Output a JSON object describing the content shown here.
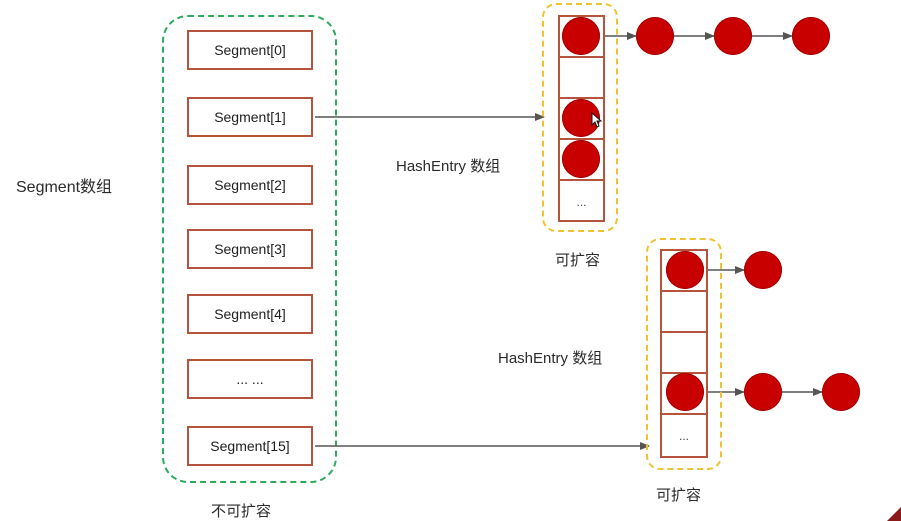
{
  "left_label": "Segment数组",
  "segments": [
    "Segment[0]",
    "Segment[1]",
    "Segment[2]",
    "Segment[3]",
    "Segment[4]",
    "... ...",
    "Segment[15]"
  ],
  "segments_caption": "不可扩容",
  "hash_tables": [
    {
      "title": "HashEntry 数组",
      "caption": "可扩容",
      "cells": [
        "",
        "",
        "",
        "",
        "..."
      ],
      "chain_lengths": [
        4,
        0,
        1,
        1,
        0
      ]
    },
    {
      "title": "HashEntry 数组",
      "caption": "可扩容",
      "cells": [
        "",
        "",
        "",
        "",
        "..."
      ],
      "chain_lengths": [
        2,
        0,
        0,
        3,
        0
      ]
    }
  ],
  "links": [
    {
      "from": "segments.1",
      "to": "hash_tables.0"
    },
    {
      "from": "segments.6",
      "to": "hash_tables.1"
    }
  ],
  "colors": {
    "segment_group_border": "#2eaa5e",
    "hash_group_border": "#f0c232",
    "box_border": "#b5533c",
    "node_fill": "#c80000",
    "arrow": "#555555"
  }
}
